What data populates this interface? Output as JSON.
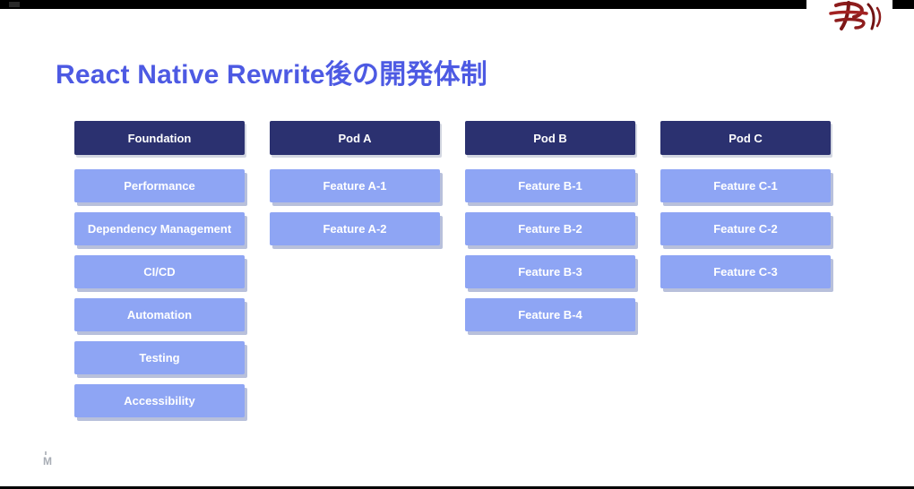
{
  "title": "React Native Rewrite後の開発体制",
  "columns": [
    {
      "header": "Foundation",
      "items": [
        "Performance",
        "Dependency Management",
        "CI/CD",
        "Automation",
        "Testing",
        "Accessibility"
      ]
    },
    {
      "header": "Pod A",
      "items": [
        "Feature A-1",
        "Feature A-2"
      ]
    },
    {
      "header": "Pod B",
      "items": [
        "Feature B-1",
        "Feature B-2",
        "Feature B-3",
        "Feature B-4"
      ]
    },
    {
      "header": "Pod C",
      "items": [
        "Feature C-1",
        "Feature C-2",
        "Feature C-3"
      ]
    }
  ],
  "watermark": "M",
  "colors": {
    "title": "#4d5ae3",
    "header_bg": "#2b3170",
    "item_bg": "#8ea5f4",
    "item_text": "#ffffff",
    "logo_red": "#8e1d1d",
    "background": "#ffffff",
    "bar": "#000000"
  }
}
